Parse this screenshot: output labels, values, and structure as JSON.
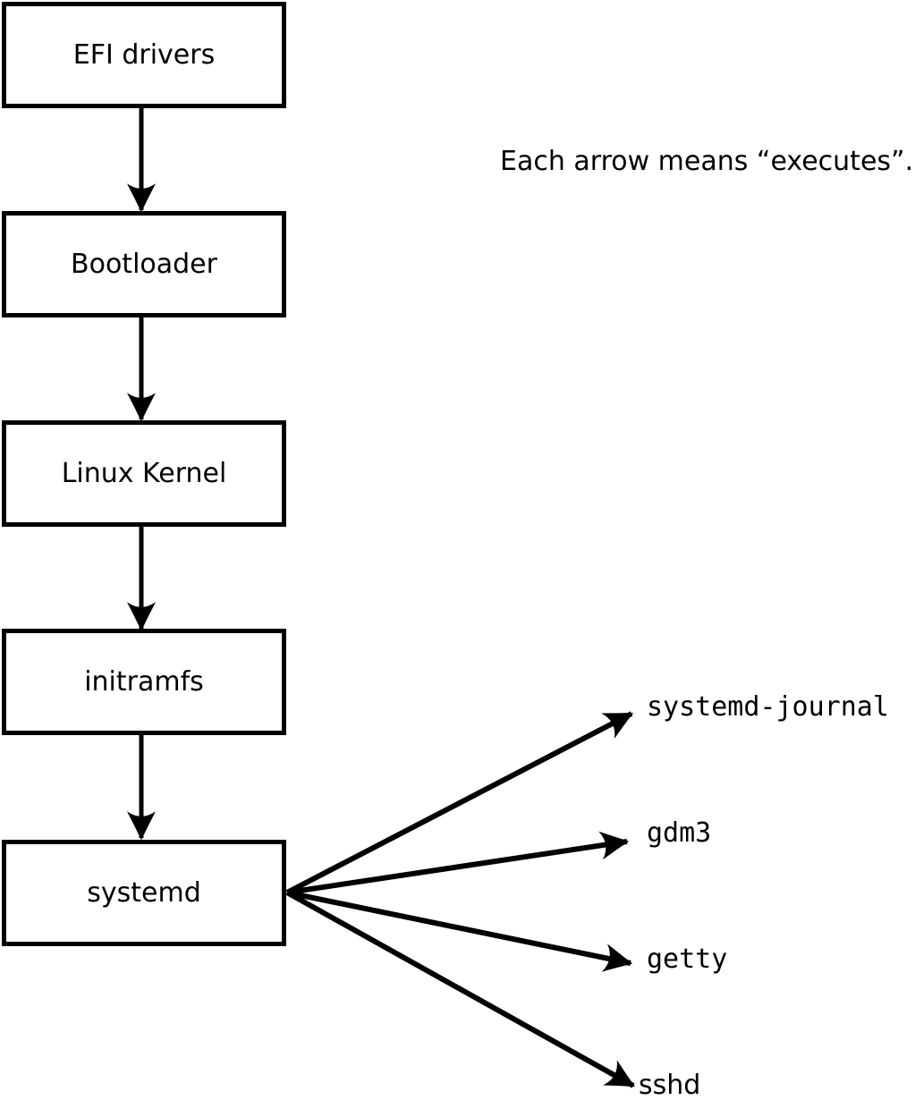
{
  "note": "Each arrow means “executes”.",
  "boot_sequence": [
    "EFI drivers",
    "Bootloader",
    "Linux Kernel",
    "initramfs",
    "systemd"
  ],
  "spawned_processes": [
    "systemd-journal",
    "gdm3",
    "getty",
    "sshd"
  ],
  "colors": {
    "ink": "#000000",
    "box_fill": "#ffffff",
    "background": "#ffffff"
  }
}
